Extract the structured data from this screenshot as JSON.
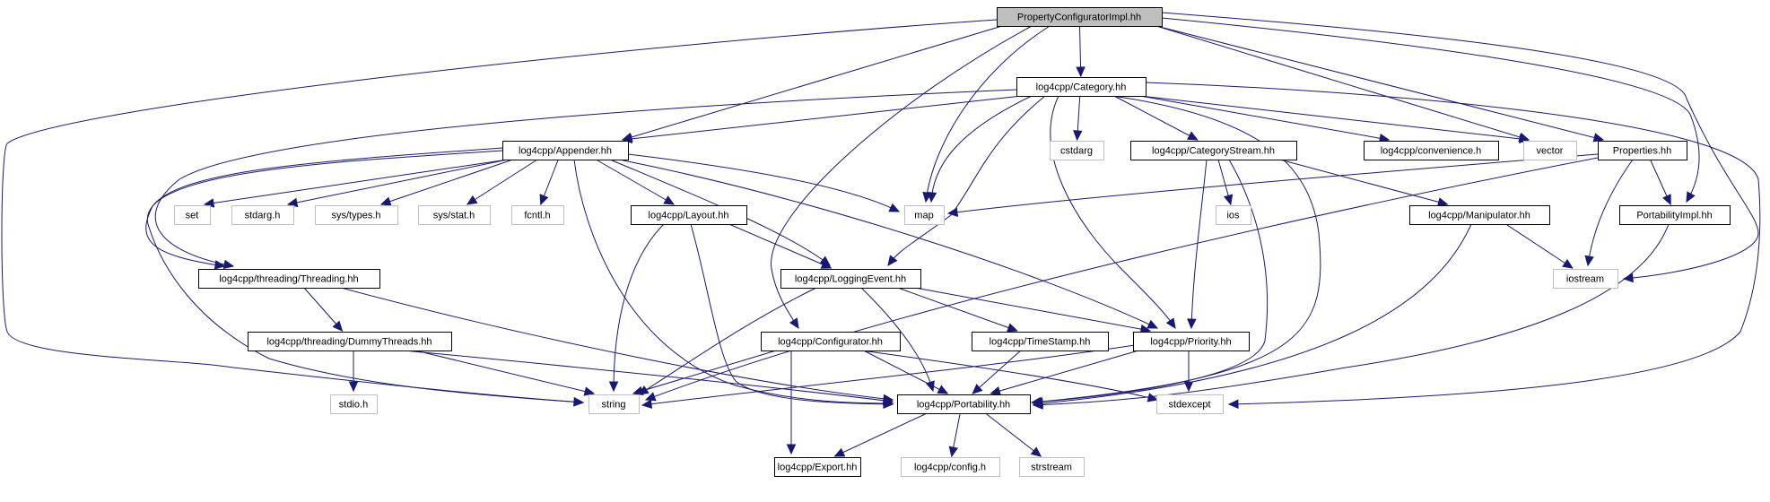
{
  "diagram": {
    "type": "include-dependency-graph",
    "root": "PropertyConfiguratorImpl.hh",
    "colors": {
      "edge": "#191970",
      "project_border": "#000000",
      "system_border": "#bfbfbf",
      "root_fill": "#bfbfbf"
    },
    "nodes": [
      {
        "id": "pci",
        "label": "PropertyConfiguratorImpl.hh",
        "kind": "root"
      },
      {
        "id": "category",
        "label": "log4cpp/Category.hh",
        "kind": "project"
      },
      {
        "id": "appender",
        "label": "log4cpp/Appender.hh",
        "kind": "project"
      },
      {
        "id": "cstdarg",
        "label": "cstdarg",
        "kind": "system"
      },
      {
        "id": "catstream",
        "label": "log4cpp/CategoryStream.hh",
        "kind": "project"
      },
      {
        "id": "convenience",
        "label": "log4cpp/convenience.h",
        "kind": "project"
      },
      {
        "id": "vector",
        "label": "vector",
        "kind": "system"
      },
      {
        "id": "properties",
        "label": "Properties.hh",
        "kind": "project"
      },
      {
        "id": "set",
        "label": "set",
        "kind": "system"
      },
      {
        "id": "stdarg",
        "label": "stdarg.h",
        "kind": "system"
      },
      {
        "id": "systypes",
        "label": "sys/types.h",
        "kind": "system"
      },
      {
        "id": "sysstat",
        "label": "sys/stat.h",
        "kind": "system"
      },
      {
        "id": "fcntl",
        "label": "fcntl.h",
        "kind": "system"
      },
      {
        "id": "layout",
        "label": "log4cpp/Layout.hh",
        "kind": "project"
      },
      {
        "id": "map",
        "label": "map",
        "kind": "system"
      },
      {
        "id": "ios",
        "label": "ios",
        "kind": "system"
      },
      {
        "id": "manipulator",
        "label": "log4cpp/Manipulator.hh",
        "kind": "project"
      },
      {
        "id": "portimpl",
        "label": "PortabilityImpl.hh",
        "kind": "project"
      },
      {
        "id": "threading",
        "label": "log4cpp/threading/Threading.hh",
        "kind": "project"
      },
      {
        "id": "loggingevent",
        "label": "log4cpp/LoggingEvent.hh",
        "kind": "project"
      },
      {
        "id": "iostream",
        "label": "iostream",
        "kind": "system"
      },
      {
        "id": "dummythreads",
        "label": "log4cpp/threading/DummyThreads.hh",
        "kind": "project"
      },
      {
        "id": "configurator",
        "label": "log4cpp/Configurator.hh",
        "kind": "project"
      },
      {
        "id": "timestamp",
        "label": "log4cpp/TimeStamp.hh",
        "kind": "project"
      },
      {
        "id": "priority",
        "label": "log4cpp/Priority.hh",
        "kind": "project"
      },
      {
        "id": "stdio",
        "label": "stdio.h",
        "kind": "system"
      },
      {
        "id": "string",
        "label": "string",
        "kind": "system"
      },
      {
        "id": "portability",
        "label": "log4cpp/Portability.hh",
        "kind": "project"
      },
      {
        "id": "stdexcept",
        "label": "stdexcept",
        "kind": "system"
      },
      {
        "id": "export",
        "label": "log4cpp/Export.hh",
        "kind": "project"
      },
      {
        "id": "config",
        "label": "log4cpp/config.h",
        "kind": "system"
      },
      {
        "id": "strstream",
        "label": "strstream",
        "kind": "system"
      }
    ],
    "edges": [
      [
        "pci",
        "category"
      ],
      [
        "pci",
        "appender"
      ],
      [
        "pci",
        "string"
      ],
      [
        "pci",
        "map"
      ],
      [
        "pci",
        "vector"
      ],
      [
        "pci",
        "properties"
      ],
      [
        "pci",
        "iostream"
      ],
      [
        "pci",
        "portimpl"
      ],
      [
        "pci",
        "configurator"
      ],
      [
        "category",
        "appender"
      ],
      [
        "category",
        "cstdarg"
      ],
      [
        "category",
        "catstream"
      ],
      [
        "category",
        "convenience"
      ],
      [
        "category",
        "vector"
      ],
      [
        "category",
        "map"
      ],
      [
        "category",
        "threading"
      ],
      [
        "category",
        "loggingevent"
      ],
      [
        "category",
        "priority"
      ],
      [
        "category",
        "portability"
      ],
      [
        "category",
        "stdexcept"
      ],
      [
        "appender",
        "set"
      ],
      [
        "appender",
        "stdarg"
      ],
      [
        "appender",
        "systypes"
      ],
      [
        "appender",
        "sysstat"
      ],
      [
        "appender",
        "fcntl"
      ],
      [
        "appender",
        "layout"
      ],
      [
        "appender",
        "map"
      ],
      [
        "appender",
        "threading"
      ],
      [
        "appender",
        "loggingevent"
      ],
      [
        "appender",
        "priority"
      ],
      [
        "appender",
        "portability"
      ],
      [
        "appender",
        "string"
      ],
      [
        "catstream",
        "ios"
      ],
      [
        "catstream",
        "manipulator"
      ],
      [
        "catstream",
        "priority"
      ],
      [
        "catstream",
        "portability"
      ],
      [
        "properties",
        "map"
      ],
      [
        "properties",
        "string"
      ],
      [
        "properties",
        "iostream"
      ],
      [
        "properties",
        "portimpl"
      ],
      [
        "layout",
        "loggingevent"
      ],
      [
        "layout",
        "string"
      ],
      [
        "layout",
        "portability"
      ],
      [
        "manipulator",
        "iostream"
      ],
      [
        "manipulator",
        "portability"
      ],
      [
        "portimpl",
        "portability"
      ],
      [
        "threading",
        "dummythreads"
      ],
      [
        "threading",
        "portability"
      ],
      [
        "loggingevent",
        "string"
      ],
      [
        "loggingevent",
        "timestamp"
      ],
      [
        "loggingevent",
        "priority"
      ],
      [
        "loggingevent",
        "portability"
      ],
      [
        "dummythreads",
        "stdio"
      ],
      [
        "dummythreads",
        "string"
      ],
      [
        "dummythreads",
        "portability"
      ],
      [
        "configurator",
        "string"
      ],
      [
        "configurator",
        "portability"
      ],
      [
        "configurator",
        "stdexcept"
      ],
      [
        "configurator",
        "export"
      ],
      [
        "timestamp",
        "portability"
      ],
      [
        "priority",
        "string"
      ],
      [
        "priority",
        "portability"
      ],
      [
        "priority",
        "stdexcept"
      ],
      [
        "portability",
        "export"
      ],
      [
        "portability",
        "config"
      ],
      [
        "portability",
        "strstream"
      ]
    ]
  }
}
